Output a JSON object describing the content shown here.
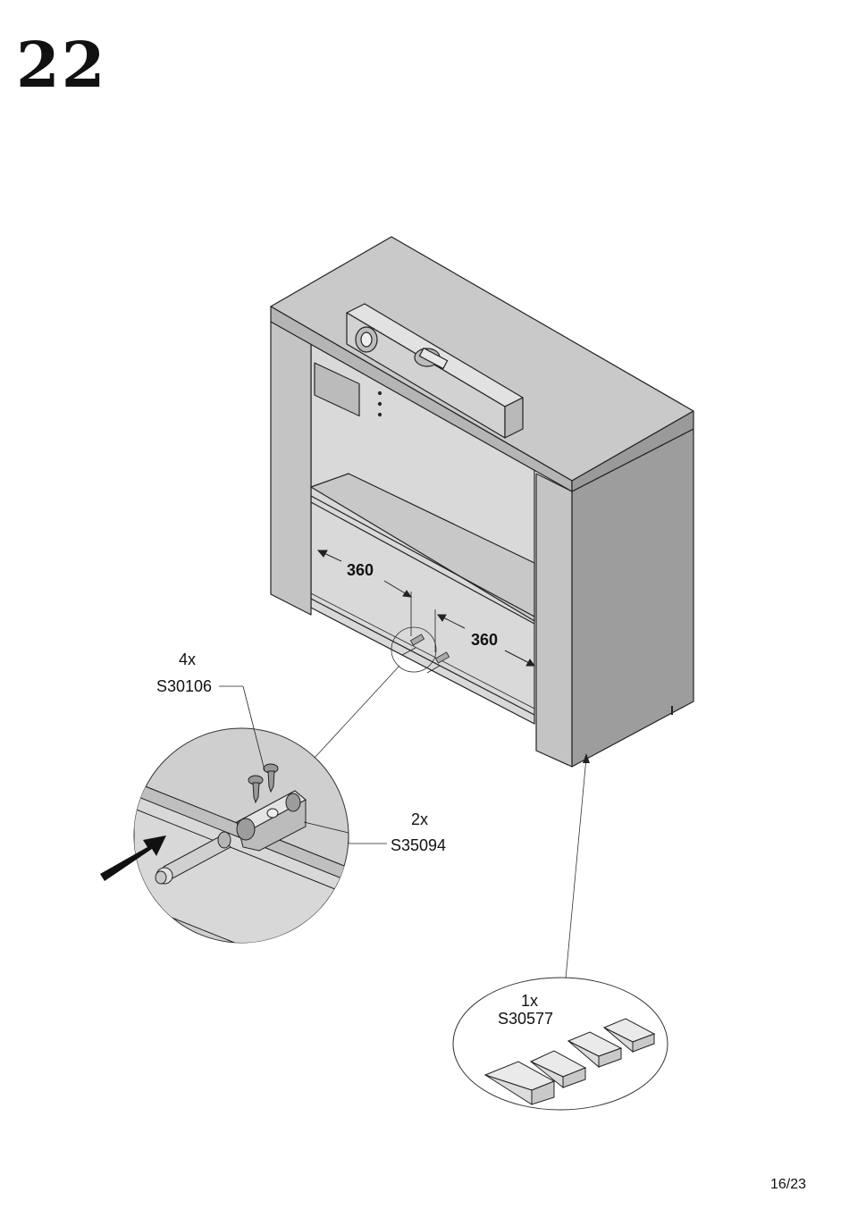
{
  "step": {
    "number": "22"
  },
  "dimensions": {
    "left": "360",
    "right": "360"
  },
  "parts": {
    "screw": {
      "qty": "4x",
      "code": "S30106"
    },
    "push_latch": {
      "qty": "2x",
      "code": "S35094"
    },
    "pads": {
      "qty": "1x",
      "code": "S30577"
    }
  },
  "footer": {
    "page": "16/23"
  }
}
